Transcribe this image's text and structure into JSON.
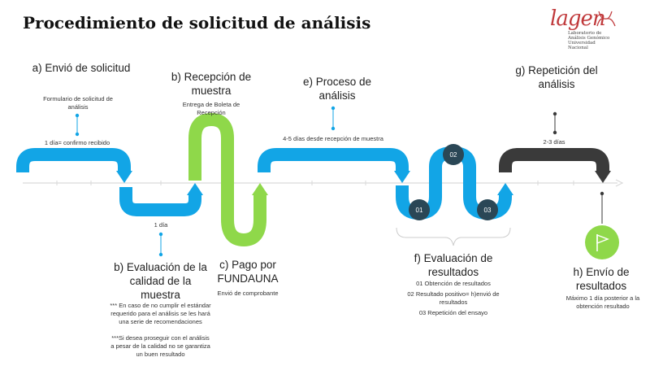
{
  "title": "Procedimiento de solicitud de análisis",
  "logo": {
    "word": "lagen",
    "lines": [
      "Laboratorio de",
      "Análisis Genómico",
      "Universidad Nacional"
    ]
  },
  "colors": {
    "blue": "#12a5e6",
    "green": "#8fd84a",
    "dark": "#3a3a3a",
    "node": "#2a4756",
    "flag": "#8fd84a"
  },
  "stages": {
    "a": {
      "title": "a) Envió de solicitud",
      "note": "Formulario de solicitud de análisis",
      "detail": "1 día= confirmo recibido"
    },
    "b1": {
      "title": "b) Recepción de muestra",
      "note": "Entrega de Boleta de Recepción"
    },
    "b2": {
      "title": "b) Evaluación de la calidad de la muestra",
      "detail": "1 día",
      "note1": "*** En caso de no cumplir el estándar requerido para el análisis se les hará una serie de recomendaciones",
      "note2": "***Si desea proseguir con el análisis a pesar de la calidad no se garantiza un buen resultado"
    },
    "c": {
      "title": "c) Pago por FUNDAUNA",
      "note": "Envió de comprobante"
    },
    "e": {
      "title": "e) Proceso de análisis",
      "detail": "4-5 días desde recepción de muestra"
    },
    "f": {
      "title": "f) Evaluación de resultados",
      "items": [
        "01 Obtención de resultados",
        "02 Resultado positivo= h)envió de resultados",
        "03 Repetición del ensayo"
      ],
      "nodes": [
        "01",
        "02",
        "03"
      ]
    },
    "g": {
      "title": "g) Repetición del análisis",
      "detail": "2-3 días"
    },
    "h": {
      "title": "h) Envío de resultados",
      "note": "Máximo 1 día posterior a la obtención resultado"
    }
  }
}
